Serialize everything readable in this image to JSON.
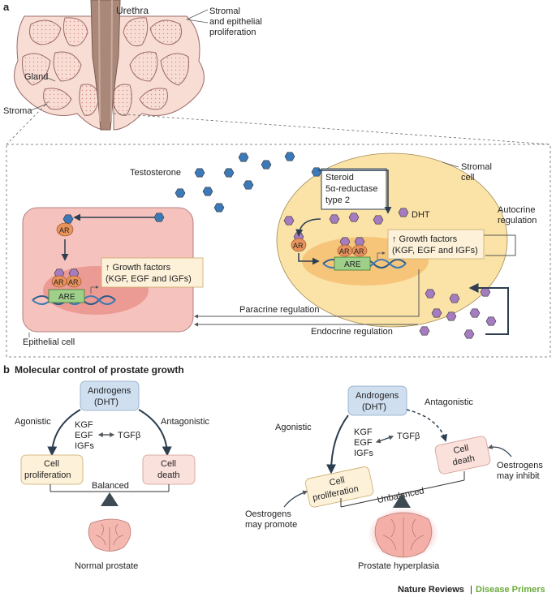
{
  "panel_a": {
    "letter": "a",
    "urethra": "Urethra",
    "stromal_prolif_1": "Stromal",
    "stromal_prolif_2": "and epithelial",
    "stromal_prolif_3": "proliferation",
    "gland": "Gland",
    "stroma": "Stroma",
    "testosterone": "Testosterone",
    "stromal_cell_1": "Stromal",
    "stromal_cell_2": "cell",
    "steroid_1": "Steroid",
    "steroid_2": "5α-reductase",
    "steroid_3": "type 2",
    "dht": "DHT",
    "autocrine_1": "Autocrine",
    "autocrine_2": "regulation",
    "ar": "AR",
    "are": "ARE",
    "gf_1": "↑ Growth factors",
    "gf_2": "(KGF, EGF and IGFs)",
    "paracrine": "Paracrine regulation",
    "endocrine": "Endocrine regulation",
    "epithelial_cell": "Epithelial cell"
  },
  "panel_b": {
    "letter": "b",
    "title": "Molecular control of prostate growth",
    "androgens_1": "Androgens",
    "androgens_2": "(DHT)",
    "agonistic": "Agonistic",
    "antagonistic": "Antagonistic",
    "kgf": "KGF",
    "egf": "EGF",
    "igfs": "IGFs",
    "tgfb": "TGFβ",
    "cell_prolif_1": "Cell",
    "cell_prolif_2": "proliferation",
    "cell_death_1": "Cell",
    "cell_death_2": "death",
    "balanced": "Balanced",
    "unbalanced": "Unbalanced",
    "normal_prostate": "Normal prostate",
    "hyperplasia": "Prostate hyperplasia",
    "oest_promote_1": "Oestrogens",
    "oest_promote_2": "may promote",
    "oest_inhibit_1": "Oestrogens",
    "oest_inhibit_2": "may inhibit"
  },
  "footer": {
    "journal": "Nature Reviews",
    "separator": "|",
    "series": "Disease Primers"
  },
  "colors": {
    "tissue_pink": "#f2b9b1",
    "gland_pink": "#f6c9c3",
    "stroma_fill": "#f8ddd5",
    "stromal_cell": "#fbe3a8",
    "epithelial_cell": "#f6c2bd",
    "hexagon_blue": "#3b79b8",
    "hexagon_purple": "#a57cbf",
    "arrow_dark": "#2c3e50",
    "androgen_box": "#cfdff0",
    "prolif_box": "#fdf1d9",
    "death_box": "#fbe1dc",
    "footer_green": "#6aaa3a"
  }
}
